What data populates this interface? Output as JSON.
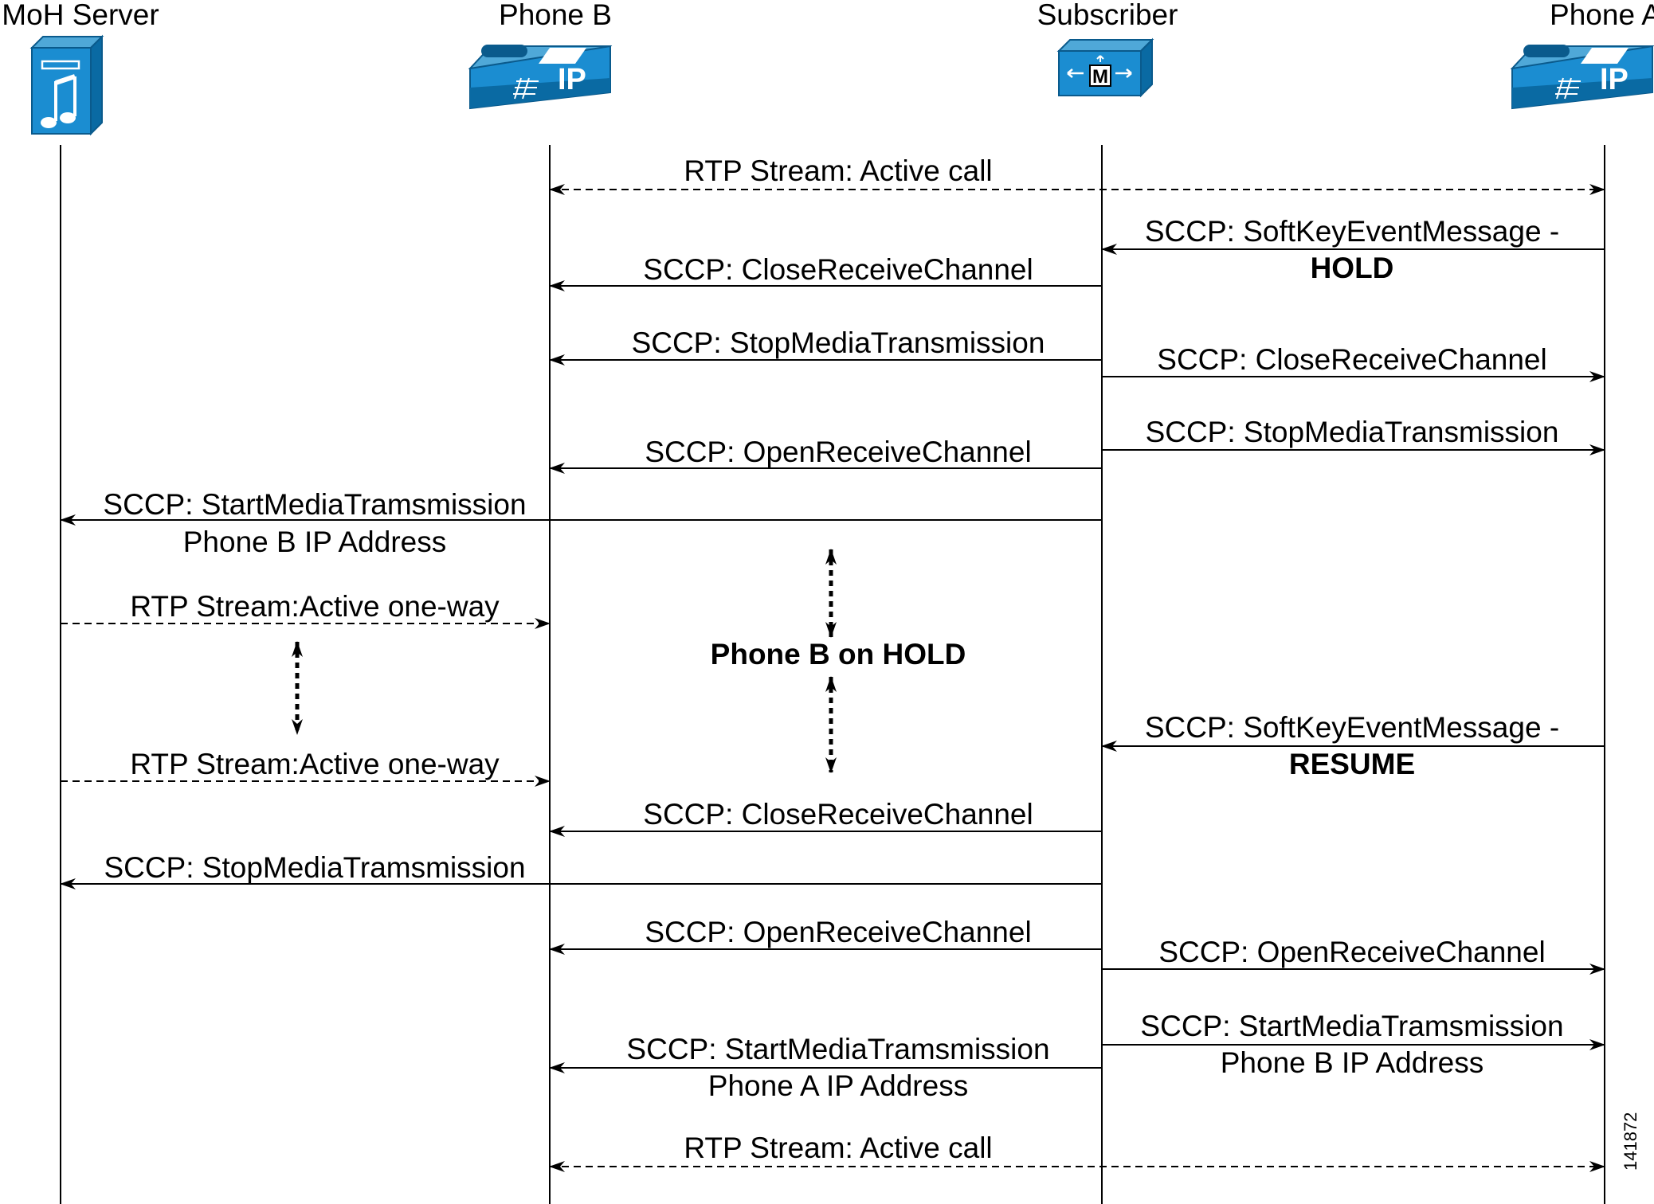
{
  "participants": [
    {
      "id": "moh",
      "label": "MoH Server",
      "icon": "music-server-icon"
    },
    {
      "id": "phoneB",
      "label": "Phone B",
      "icon": "ip-phone-icon"
    },
    {
      "id": "sub",
      "label": "Subscriber",
      "icon": "call-manager-icon"
    },
    {
      "id": "phoneA",
      "label": "Phone A",
      "icon": "ip-phone-icon"
    }
  ],
  "messages": [
    {
      "from": "phoneB",
      "to": "phoneA",
      "style": "dashed-bidirectional",
      "lines": [
        "RTP Stream: Active call"
      ]
    },
    {
      "from": "phoneA",
      "to": "sub",
      "style": "solid",
      "lines": [
        "SCCP: SoftKeyEventMessage -",
        "HOLD"
      ]
    },
    {
      "from": "sub",
      "to": "phoneB",
      "style": "solid",
      "lines": [
        "SCCP: CloseReceiveChannel"
      ]
    },
    {
      "from": "sub",
      "to": "phoneB",
      "style": "solid",
      "lines": [
        "SCCP: StopMediaTransmission"
      ]
    },
    {
      "from": "sub",
      "to": "phoneA",
      "style": "solid",
      "lines": [
        "SCCP: CloseReceiveChannel"
      ]
    },
    {
      "from": "sub",
      "to": "phoneA",
      "style": "solid",
      "lines": [
        "SCCP: StopMediaTransmission"
      ]
    },
    {
      "from": "sub",
      "to": "phoneB",
      "style": "solid",
      "lines": [
        "SCCP: OpenReceiveChannel"
      ]
    },
    {
      "from": "sub",
      "to": "moh",
      "style": "solid",
      "lines": [
        "SCCP: StartMediaTramsmission",
        "Phone B IP Address"
      ]
    },
    {
      "from": "moh",
      "to": "phoneB",
      "style": "dashed",
      "lines": [
        "RTP Stream:Active one-way"
      ]
    },
    {
      "from": "moh",
      "to": "phoneB",
      "style": "dashed",
      "lines": [
        "RTP Stream:Active one-way"
      ]
    },
    {
      "from": "phoneA",
      "to": "sub",
      "style": "solid",
      "lines": [
        "SCCP: SoftKeyEventMessage -",
        "RESUME"
      ]
    },
    {
      "from": "sub",
      "to": "phoneB",
      "style": "solid",
      "lines": [
        "SCCP: CloseReceiveChannel"
      ]
    },
    {
      "from": "sub",
      "to": "moh",
      "style": "solid",
      "lines": [
        "SCCP: StopMediaTramsmission"
      ]
    },
    {
      "from": "sub",
      "to": "phoneB",
      "style": "solid",
      "lines": [
        "SCCP: OpenReceiveChannel"
      ]
    },
    {
      "from": "sub",
      "to": "phoneA",
      "style": "solid",
      "lines": [
        "SCCP: OpenReceiveChannel"
      ]
    },
    {
      "from": "sub",
      "to": "phoneA",
      "style": "solid",
      "lines": [
        "SCCP: StartMediaTramsmission",
        "Phone B IP Address"
      ]
    },
    {
      "from": "sub",
      "to": "phoneB",
      "style": "solid",
      "lines": [
        "SCCP: StartMediaTramsmission",
        "Phone A IP Address"
      ]
    },
    {
      "from": "phoneB",
      "to": "phoneA",
      "style": "dashed-bidirectional",
      "lines": [
        "RTP Stream: Active call"
      ]
    }
  ],
  "hold_note": "Phone B on HOLD",
  "figure_id": "141872"
}
